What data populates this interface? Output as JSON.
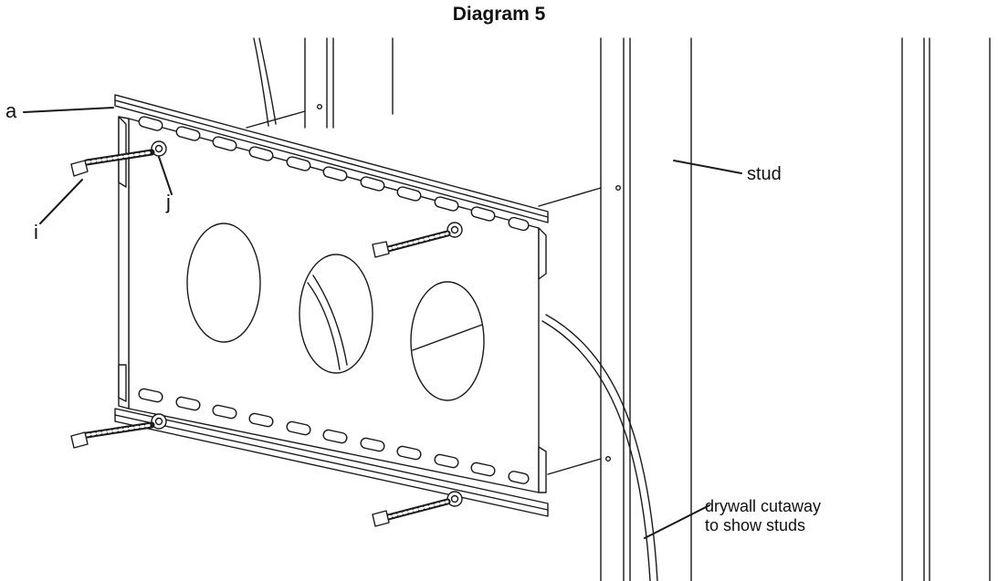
{
  "diagram": {
    "title": "Diagram 5",
    "labels": {
      "a": "a",
      "i": "i",
      "j": "j",
      "stud": "stud",
      "drywall_line1": "drywall cutaway",
      "drywall_line2": "to show studs"
    },
    "colors": {
      "line": "#1a1a1a",
      "background": "#ffffff"
    }
  }
}
